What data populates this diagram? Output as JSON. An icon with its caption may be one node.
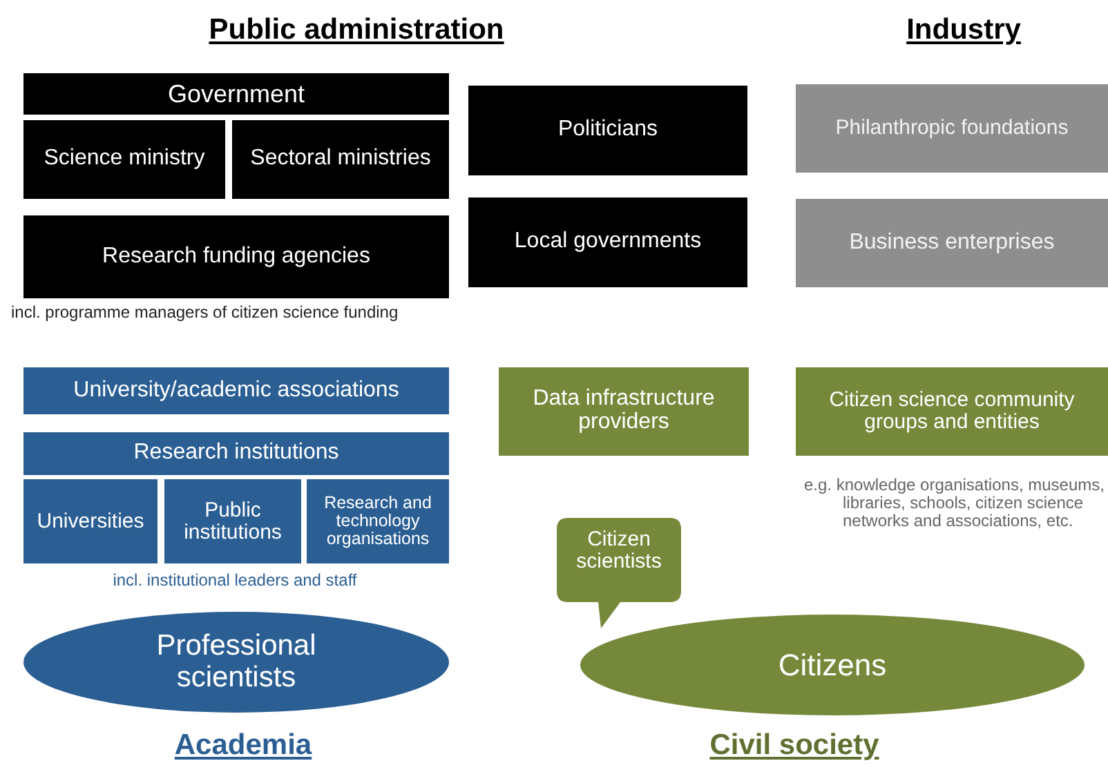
{
  "diagram": {
    "nodes": [
      {
        "text": [
          "Government"
        ]
      },
      {
        "text": [
          "Science ministry"
        ]
      },
      {
        "text": [
          "Sectoral ministries"
        ]
      },
      {
        "text": [
          "Research funding agencies"
        ],
        "beside": [
          "incl. programme managers of citizen science funding"
        ]
      },
      {
        "text": [
          "Politicians"
        ]
      },
      {
        "text": [
          "Local governments"
        ]
      },
      {
        "text": [
          "Philanthropic foundations"
        ]
      },
      {
        "text": [
          "Business enterprises"
        ]
      },
      {
        "text": [
          "University/academic associations"
        ]
      },
      {
        "text": [
          "Research institutions"
        ]
      },
      {
        "text": [
          "Universities"
        ]
      },
      {
        "text": [
          "Public institutions"
        ]
      },
      {
        "text": [
          "Research and technology organisations"
        ],
        "beside": [
          "incl. institutional leaders and staff"
        ]
      },
      {
        "text": [
          "Data infrastructure providers"
        ]
      },
      {
        "text": [
          "Citizen science community groups and entities"
        ],
        "beside": [
          "e.g. knowledge organisations, museums, libraries, schools, citizen science networks and associations, etc."
        ]
      },
      {
        "text": [
          "Citizen scientists"
        ]
      },
      {
        "text": [
          "Professional scientists"
        ]
      },
      {
        "text": [
          "Citizens"
        ]
      }
    ],
    "labels": [
      "Public administration",
      "Industry",
      "Academia",
      "Civil society"
    ]
  }
}
